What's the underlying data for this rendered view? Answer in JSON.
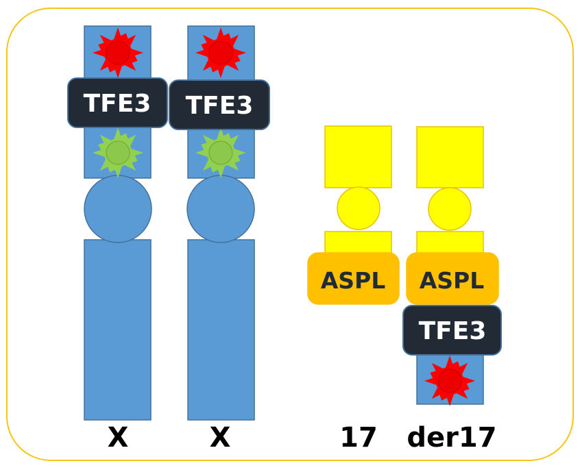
{
  "colors": {
    "frame": "#f5c518",
    "chromosome_x": "#5b9bd5",
    "chromosome_x_stroke": "#41719c",
    "chromosome_17": "#ffff00",
    "chromosome_17_stroke": "#e6c200",
    "tfe3_label_bg": "#222a35",
    "tfe3_label_stroke": "#41719c",
    "aspl_label_bg": "#ffc000",
    "red_signal": "#ff0000",
    "green_signal": "#92d050"
  },
  "icons": {
    "red_signal": "red-probe-signal-icon",
    "green_signal": "green-probe-signal-icon"
  },
  "chromosomes": [
    {
      "id": "x1",
      "label": "X",
      "gene_label": "TFE3"
    },
    {
      "id": "x2",
      "label": "X",
      "gene_label": "TFE3"
    },
    {
      "id": "c17",
      "label": "17",
      "gene_label": "ASPL"
    },
    {
      "id": "der17",
      "label": "der17",
      "gene_label": "ASPL",
      "fusion_label": "TFE3"
    }
  ]
}
